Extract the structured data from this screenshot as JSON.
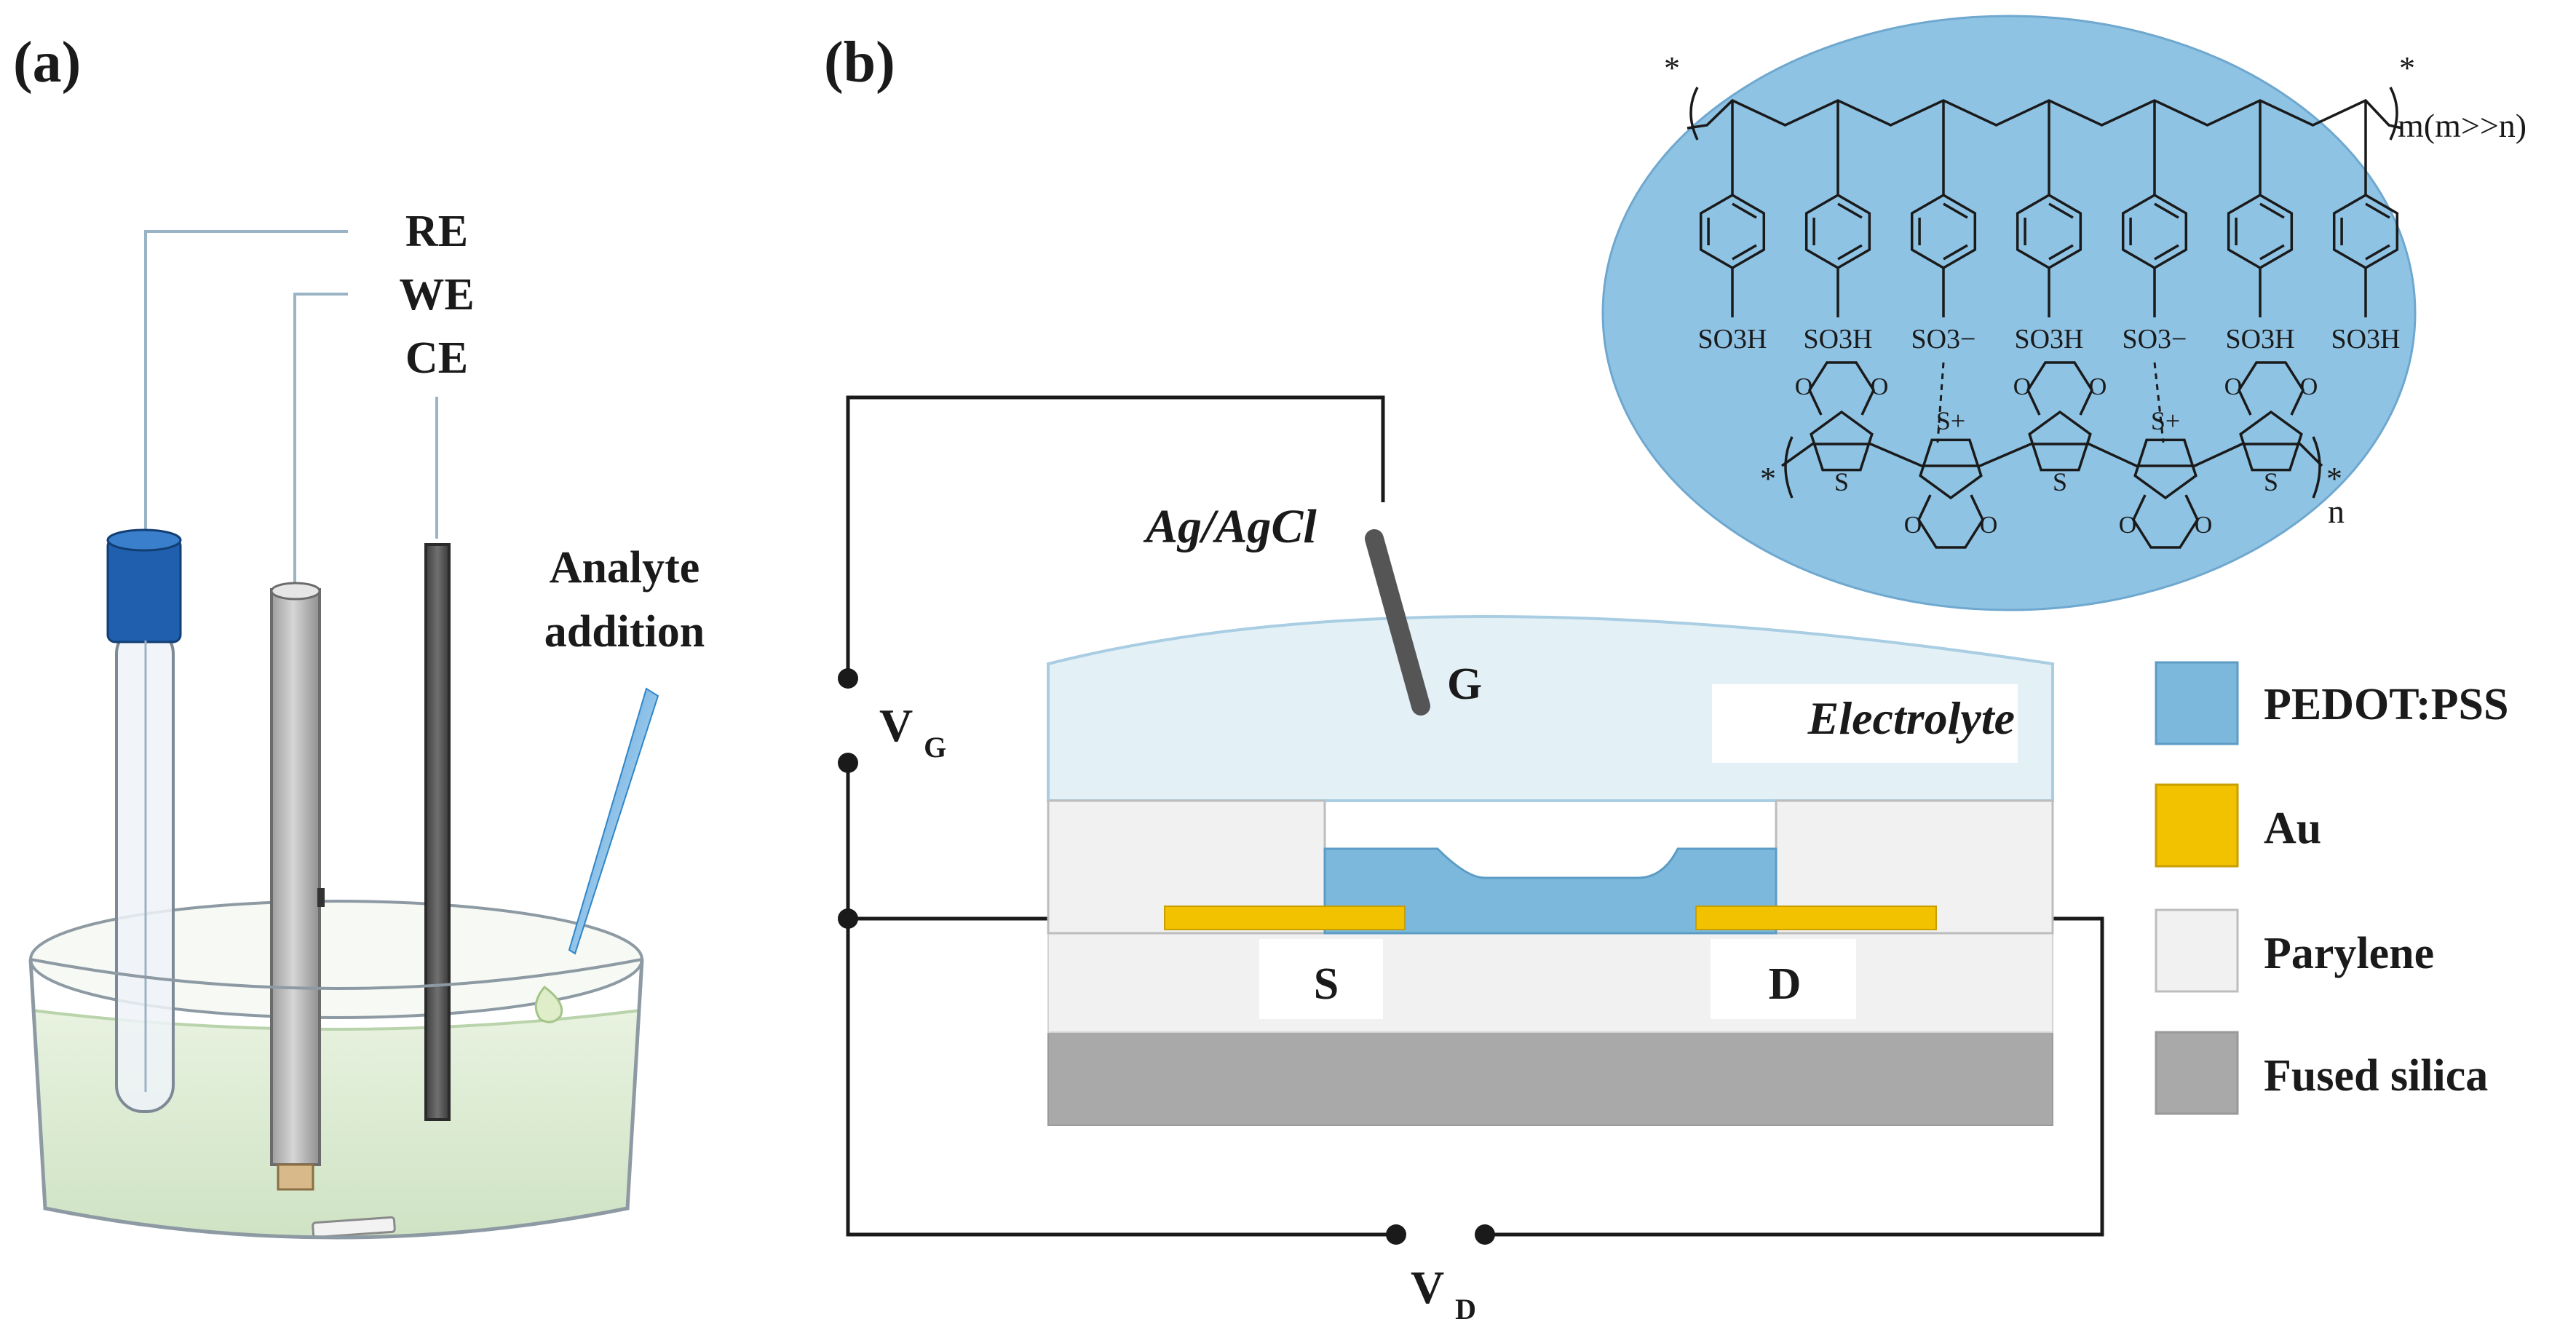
{
  "panel_a": {
    "label": "(a)",
    "electrode_labels": [
      "RE",
      "WE",
      "CE"
    ],
    "analyte_line1": "Analyte",
    "analyte_line2": "addition"
  },
  "panel_b": {
    "label": "(b)",
    "ref_electrode": "Ag/AgCl",
    "gate": "G",
    "electrolyte": "Electrolyte",
    "source": "S",
    "drain": "D",
    "vg_main": "V",
    "vg_sub": "G",
    "vd_main": "V",
    "vd_sub": "D",
    "legend": [
      {
        "label": "PEDOT:PSS",
        "color": "#7bb8dc"
      },
      {
        "label": "Au",
        "color": "#f2c100"
      },
      {
        "label": "Parylene",
        "color": "#f1f1f1"
      },
      {
        "label": "Fused silica",
        "color": "#a9a9a9"
      }
    ]
  },
  "chemistry": {
    "pss_star": "*",
    "pss_end": "*",
    "pss_repeat": "m(m>>n)",
    "pss_groups": [
      "SO3H",
      "SO3H",
      "SO3−",
      "SO3H",
      "SO3−",
      "SO3H",
      "SO3H"
    ],
    "pedot_star": "*",
    "pedot_end": "*",
    "pedot_repeat": "n",
    "s_plus": "S+",
    "o_atom": "O",
    "s_atom": "S"
  },
  "colors": {
    "ellipse": "#8fc3e4",
    "solution": "#d9ead0",
    "re_cap": "#1f5fae",
    "we_rod": "#b8b8b8",
    "ce_rod": "#5e5e5e",
    "pipette": "#2f86c9"
  }
}
